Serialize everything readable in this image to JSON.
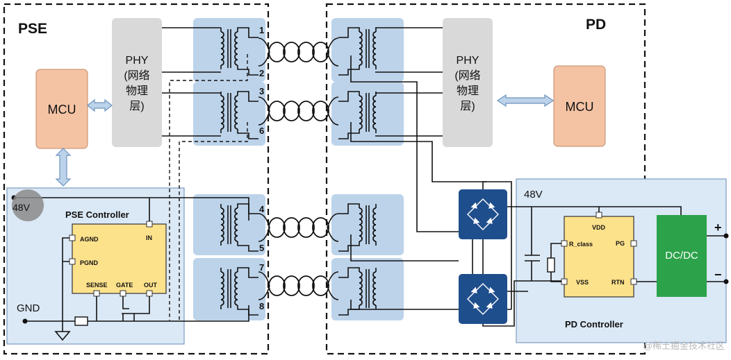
{
  "sections": {
    "pse": "PSE",
    "pd": "PD"
  },
  "pse_side": {
    "phy": [
      "PHY",
      "(网络",
      "物理",
      "层)"
    ],
    "mcu": "MCU",
    "controller": {
      "title": "PSE Controller",
      "pins": {
        "agnd": "AGND",
        "pgnd": "PGND",
        "in": "IN",
        "sense": "SENSE",
        "gate": "GATE",
        "out": "OUT"
      }
    },
    "v48": "48V",
    "gnd": "GND"
  },
  "pair_numbers": [
    "1",
    "2",
    "3",
    "6",
    "4",
    "5",
    "7",
    "8"
  ],
  "pd_side": {
    "phy": [
      "PHY",
      "(网络",
      "物理",
      "层)"
    ],
    "mcu": "MCU",
    "v48": "48V",
    "controller": {
      "title": "PD Controller",
      "pins": {
        "vdd": "VDD",
        "r_class": "R_class",
        "pg": "PG",
        "vss": "VSS",
        "rtn": "RTN"
      }
    },
    "dcdc": "DC/DC",
    "plus": "+",
    "minus": "−"
  },
  "watermark": "@稀土掘金技术社区",
  "colors": {
    "xfmr_fill": "#bcd3ea",
    "phy_fill": "#d9d9d9",
    "mcu_fill": "#f4c3a4",
    "controller_fill": "#fde28c",
    "panel_fill": "#dbe8f5",
    "bridge_fill": "#1f4e8c",
    "dcdc_fill": "#2ca24a",
    "arrow_fill": "#bcd3ea"
  }
}
